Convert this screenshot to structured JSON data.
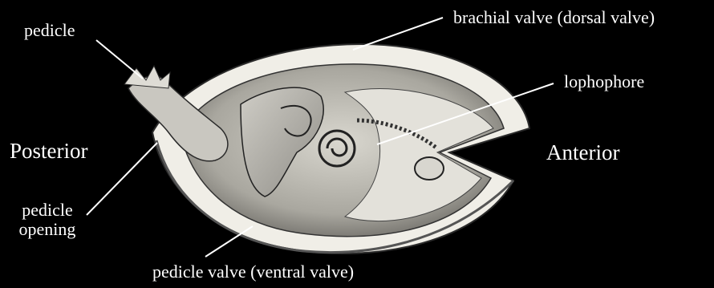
{
  "labels": {
    "pedicle": "pedicle",
    "brachial_valve": "brachial valve (dorsal valve)",
    "lophophore": "lophophore",
    "posterior": "Posterior",
    "anterior": "Anterior",
    "pedicle_opening": "pedicle opening",
    "pedicle_valve": "pedicle valve (ventral valve)"
  },
  "colors": {
    "background": "#000000",
    "text": "#ffffff",
    "leader_line": "#ffffff",
    "shell": "#e8e6df"
  }
}
